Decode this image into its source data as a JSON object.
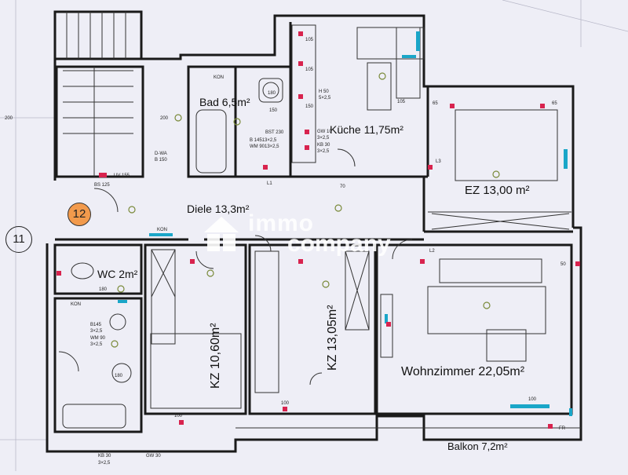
{
  "rooms": {
    "bad": "Bad 6,5m²",
    "kueche": "Küche 11,75m²",
    "ez": "EZ 13,00 m²",
    "diele": "Diele 13,3m²",
    "wc": "WC 2m²",
    "kz1": "KZ 10,60m²",
    "kz2": "KZ 13,05m²",
    "wohnzimmer": "Wohnzimmer 22,05m²",
    "balkon": "Balkon 7,2m²"
  },
  "unit_numbers": {
    "current": "12",
    "neighbor": "11"
  },
  "watermark": {
    "line1": "immo",
    "line2": "company"
  },
  "small_labels": {
    "kon_bad": "KON",
    "bad_180": "180",
    "bad_150": "150",
    "bad_200": "200",
    "dwa": "D-WA",
    "b150": "B 150",
    "bst": "BST 230",
    "b14": "B 14513×2,5",
    "wm": "WM 9013×2,5",
    "h50": "H 50",
    "h50b": "5×2,5",
    "gw": "GW 10",
    "gwb": "3×2,5",
    "kb": "KB 30",
    "kbb": "3×2,5",
    "k105a": "105",
    "k105b": "105",
    "k105c": "105",
    "k150": "150",
    "uv": "UV 155",
    "bs": "BS 125",
    "l1": "L1",
    "l3": "L3",
    "s70": "70",
    "ez65a": "65",
    "ez65b": "65",
    "kon_diele": "KON",
    "l2": "L2",
    "s50": "50",
    "wc180": "180",
    "b145": "B145",
    "b145b": "3×2,5",
    "wm90": "WM 90",
    "wm90b": "3×2,5",
    "bath180": "180",
    "bath_kon": "KON",
    "s100a": "100",
    "s100b": "100",
    "s100c": "100",
    "kb30": "KB 30",
    "gw30": "GW 30",
    "sh": "3×2,5",
    "fr": "FR",
    "s200": "200"
  },
  "colors": {
    "paper": "#eeeef6",
    "wall": "#1a1a1a",
    "badge": "#f29a4c",
    "socket_blue": "#1aa6c8",
    "marker_red": "#d8234e",
    "light_fixture": "#7a8a3a"
  },
  "icons": [
    "unit-badge",
    "floorplan-mark",
    "light-fixture-icon",
    "socket-icon",
    "radiator-icon"
  ]
}
